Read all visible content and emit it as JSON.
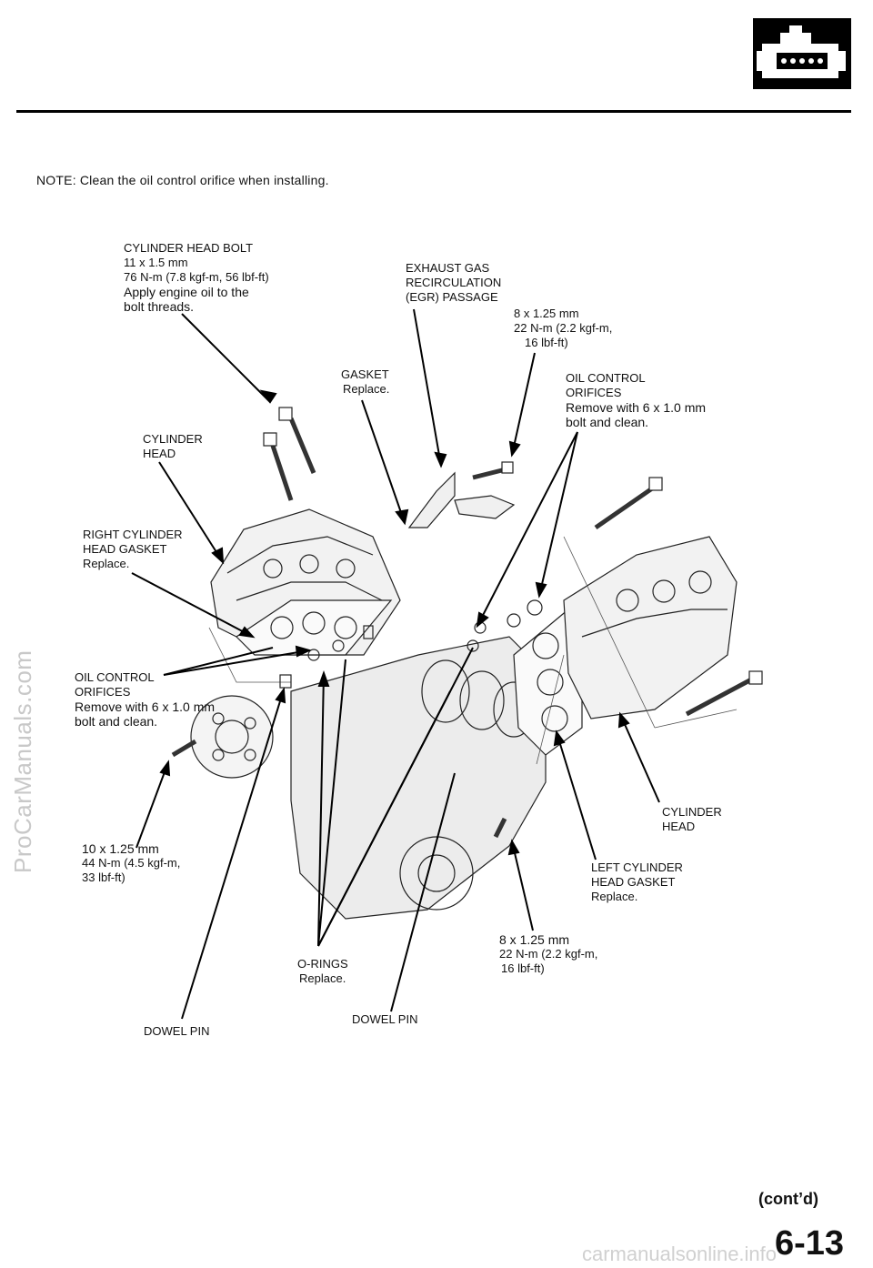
{
  "note": "NOTE:  Clean the oil control orifice when installing.",
  "labels": {
    "cyl_head_bolt": [
      "CYLINDER HEAD BOLT",
      "11 x 1.5 mm",
      "76 N-m (7.8 kgf-m, 56 lbf-ft)",
      "Apply engine oil to the",
      "bolt threads."
    ],
    "egr_passage": [
      "EXHAUST GAS",
      "RECIRCULATION",
      "(EGR) PASSAGE"
    ],
    "bolt_8x125_top": [
      "8 x 1.25 mm",
      "22 N-m (2.2 kgf-m,",
      "16 lbf-ft)"
    ],
    "gasket": [
      "GASKET",
      "Replace."
    ],
    "oil_orifices_right": [
      "OIL CONTROL",
      "ORIFICES",
      "Remove with 6 x 1.0 mm",
      "bolt and clean."
    ],
    "cylinder_head_right": [
      "CYLINDER",
      "HEAD"
    ],
    "right_head_gasket": [
      "RIGHT CYLINDER",
      "HEAD GASKET",
      "Replace."
    ],
    "oil_orifices_left": [
      "OIL CONTROL",
      "ORIFICES",
      "Remove with 6 x 1.0 mm",
      "bolt and clean."
    ],
    "cylinder_head_left": [
      "CYLINDER",
      "HEAD"
    ],
    "bolt_10x125": [
      "10 x 1.25 mm",
      "44 N-m (4.5 kgf-m,",
      "33 lbf-ft)"
    ],
    "left_head_gasket": [
      "LEFT CYLINDER",
      "HEAD GASKET",
      "Replace."
    ],
    "bolt_8x125_bottom": [
      "8 x 1.25 mm",
      "22 N-m (2.2 kgf-m,",
      "16 lbf-ft)"
    ],
    "o_rings": [
      "O-RINGS",
      "Replace."
    ],
    "dowel_pin_left": [
      "DOWEL  PIN"
    ],
    "dowel_pin_right": [
      "DOWEL  PIN"
    ]
  },
  "watermark": "ProCarManuals.com",
  "footer_site": "carmanualsonline.info",
  "contd": "(cont’d)",
  "page_number": "6-13",
  "icon": "engine-icon"
}
